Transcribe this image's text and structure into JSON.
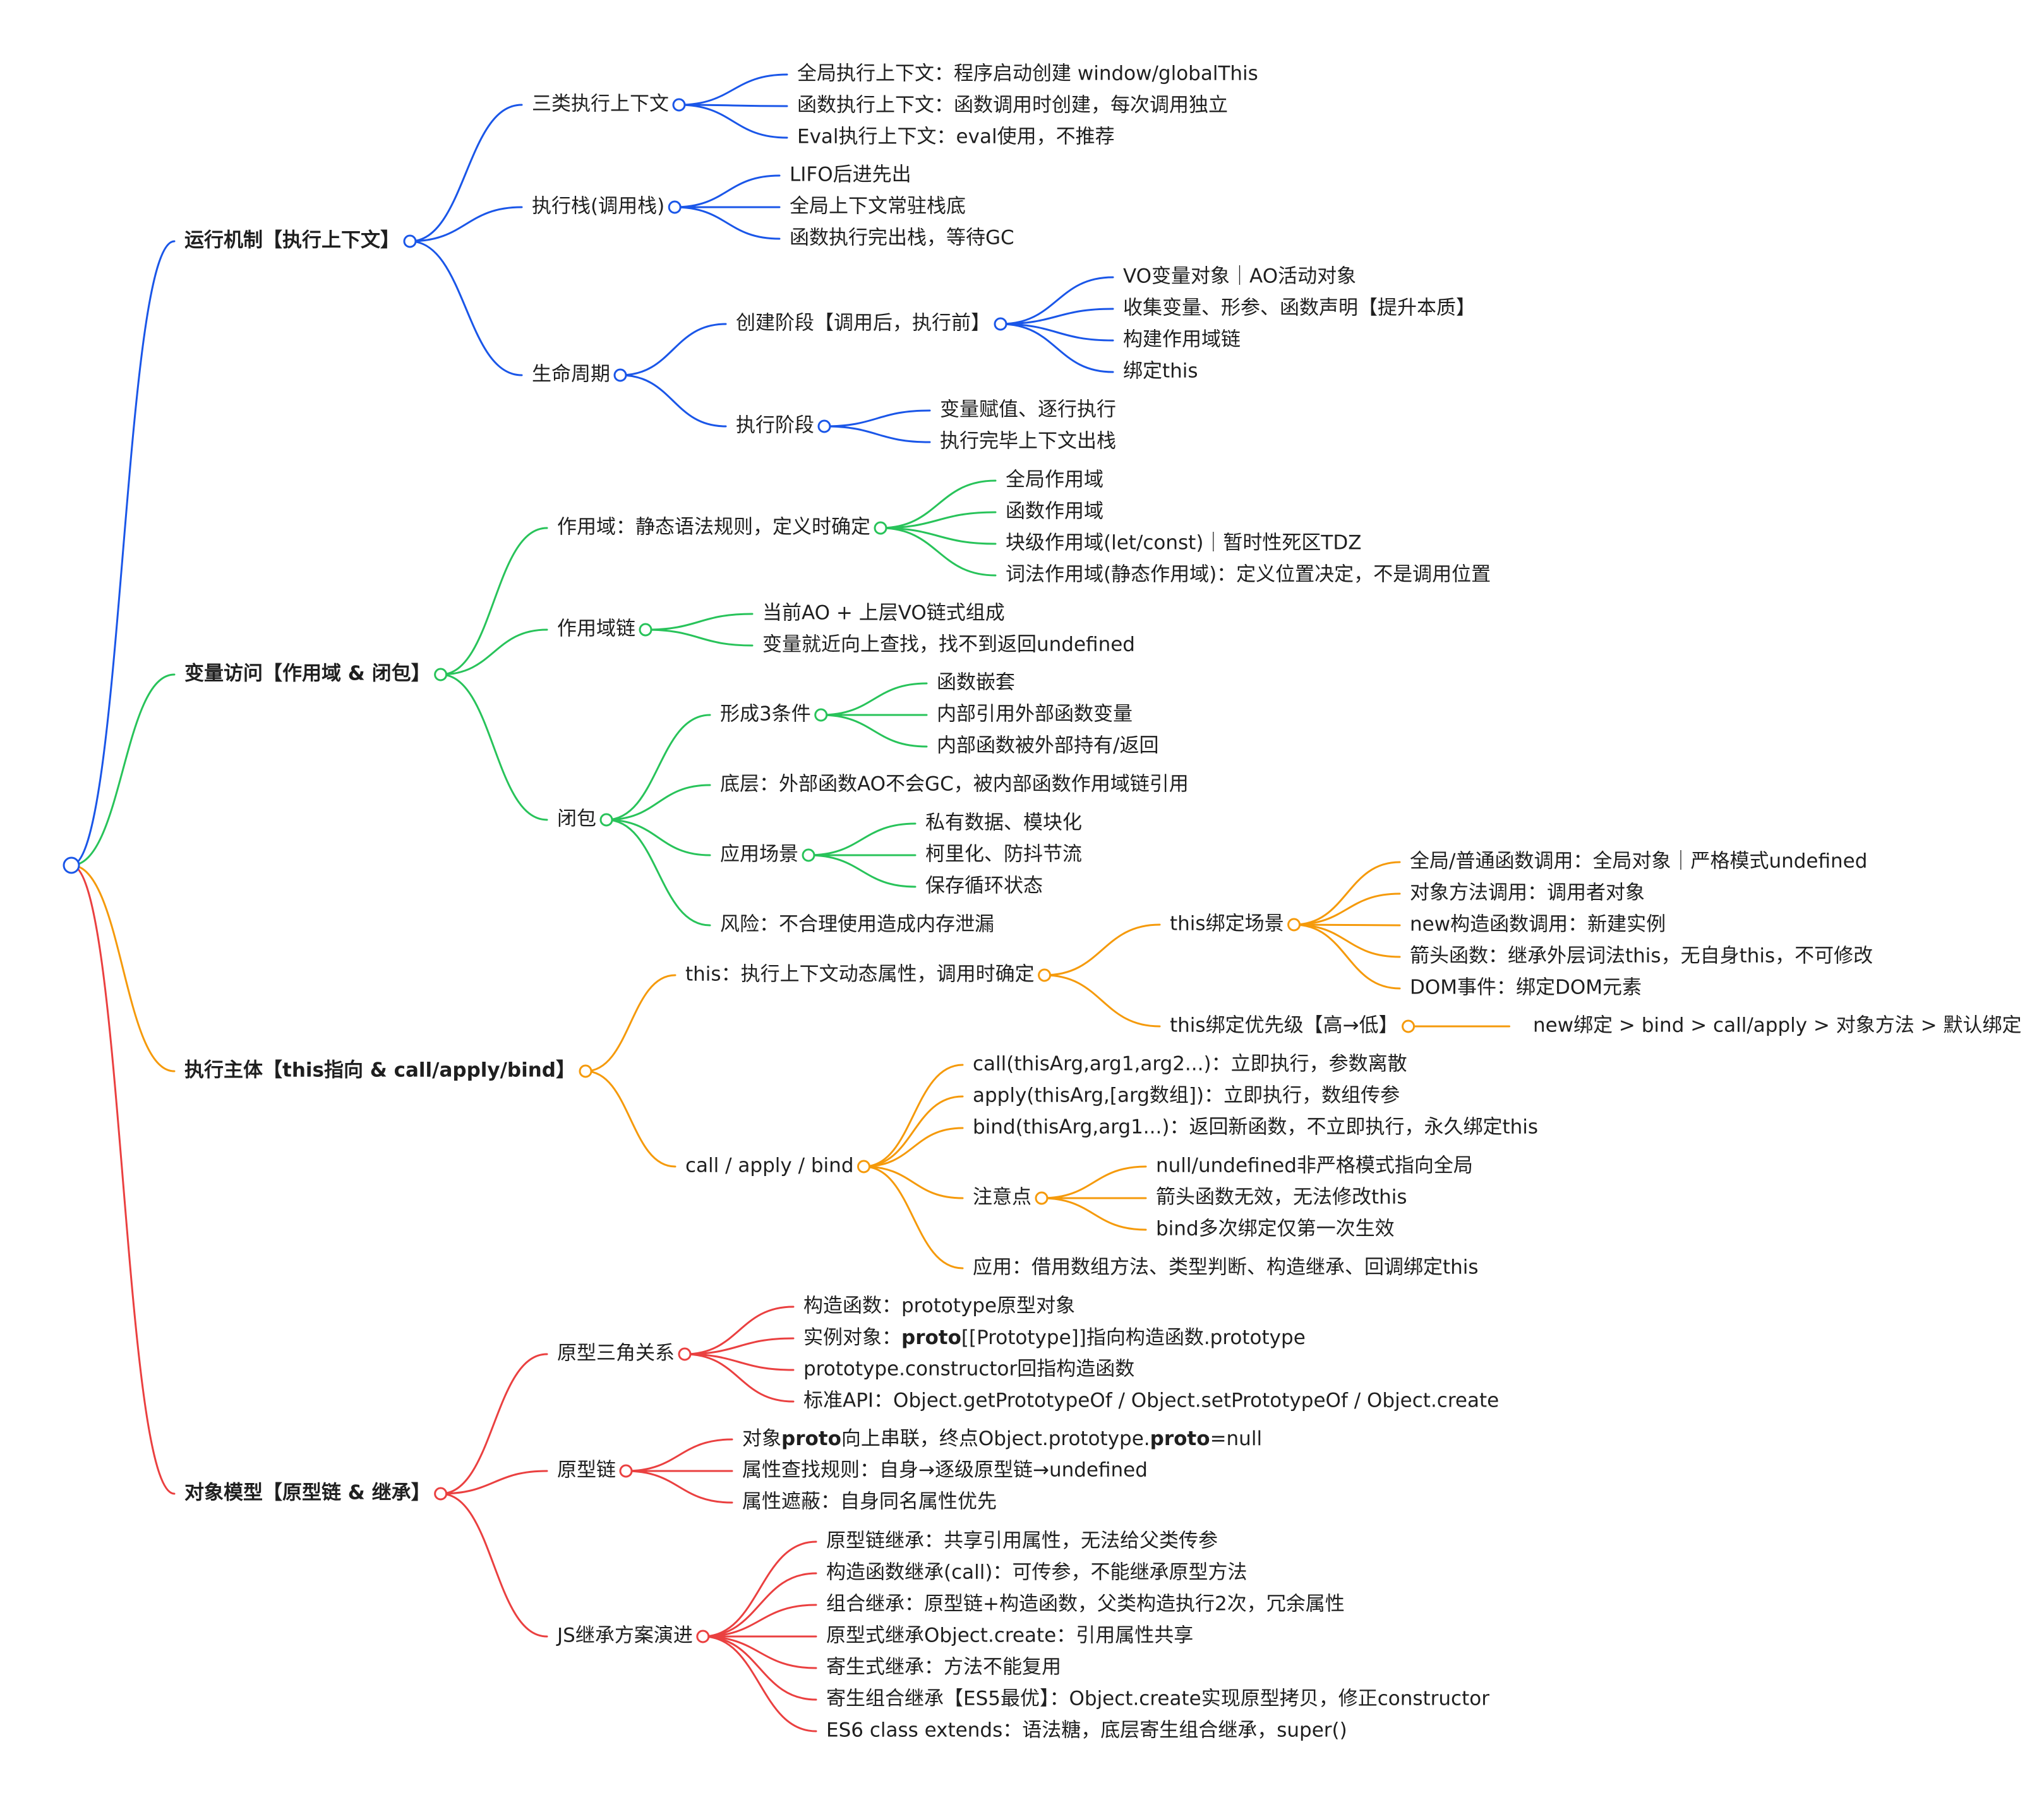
{
  "mindmap": {
    "branch_colors": {
      "runtime": "#1a56e8",
      "scope": "#28c35a",
      "this": "#f59a0b",
      "proto": "#ea4040"
    },
    "branches": [
      {
        "id": "runtime",
        "label": "运行机制【执行上下文】",
        "children": [
          {
            "label": "三类执行上下文",
            "children": [
              {
                "label": "全局执行上下文：程序启动创建 window/globalThis"
              },
              {
                "label": "函数执行上下文：函数调用时创建，每次调用独立"
              },
              {
                "label": "Eval执行上下文：eval使用，不推荐"
              }
            ]
          },
          {
            "label": "执行栈(调用栈)",
            "children": [
              {
                "label": "LIFO后进先出"
              },
              {
                "label": "全局上下文常驻栈底"
              },
              {
                "label": "函数执行完出栈，等待GC"
              }
            ]
          },
          {
            "label": "生命周期",
            "children": [
              {
                "label": "创建阶段【调用后，执行前】",
                "children": [
                  {
                    "label": "VO变量对象｜AO活动对象"
                  },
                  {
                    "label": "收集变量、形参、函数声明【提升本质】"
                  },
                  {
                    "label": "构建作用域链"
                  },
                  {
                    "label": "绑定this"
                  }
                ]
              },
              {
                "label": "执行阶段",
                "children": [
                  {
                    "label": "变量赋值、逐行执行"
                  },
                  {
                    "label": "执行完毕上下文出栈"
                  }
                ]
              }
            ]
          }
        ]
      },
      {
        "id": "scope",
        "label": "变量访问【作用域 & 闭包】",
        "children": [
          {
            "label": "作用域：静态语法规则，定义时确定",
            "children": [
              {
                "label": "全局作用域"
              },
              {
                "label": "函数作用域"
              },
              {
                "label": "块级作用域(let/const)｜暂时性死区TDZ"
              },
              {
                "label": "词法作用域(静态作用域)：定义位置决定，不是调用位置"
              }
            ]
          },
          {
            "label": "作用域链",
            "children": [
              {
                "label": "当前AO + 上层VO链式组成"
              },
              {
                "label": "变量就近向上查找，找不到返回undefined"
              }
            ]
          },
          {
            "label": "闭包",
            "children": [
              {
                "label": "形成3条件",
                "children": [
                  {
                    "label": "函数嵌套"
                  },
                  {
                    "label": "内部引用外部函数变量"
                  },
                  {
                    "label": "内部函数被外部持有/返回"
                  }
                ]
              },
              {
                "label": "底层：外部函数AO不会GC，被内部函数作用域链引用"
              },
              {
                "label": "应用场景",
                "children": [
                  {
                    "label": "私有数据、模块化"
                  },
                  {
                    "label": "柯里化、防抖节流"
                  },
                  {
                    "label": "保存循环状态"
                  }
                ]
              },
              {
                "label": "风险：不合理使用造成内存泄漏"
              }
            ]
          }
        ]
      },
      {
        "id": "this",
        "label": "执行主体【this指向 & call/apply/bind】",
        "children": [
          {
            "label": "this：执行上下文动态属性，调用时确定",
            "children": [
              {
                "label": "this绑定场景",
                "children": [
                  {
                    "label": "全局/普通函数调用：全局对象｜严格模式undefined"
                  },
                  {
                    "label": "对象方法调用：调用者对象"
                  },
                  {
                    "label": "new构造函数调用：新建实例"
                  },
                  {
                    "label": "箭头函数：继承外层词法this，无自身this，不可修改"
                  },
                  {
                    "label": "DOM事件：绑定DOM元素"
                  }
                ]
              },
              {
                "label": "this绑定优先级【高→低】",
                "children": [
                  {
                    "label": "new绑定 > bind > call/apply > 对象方法 > 默认绑定"
                  }
                ]
              }
            ]
          },
          {
            "label": "call / apply / bind",
            "children": [
              {
                "label": "call(thisArg,arg1,arg2...)：立即执行，参数离散"
              },
              {
                "label": "apply(thisArg,[arg数组])：立即执行，数组传参"
              },
              {
                "label": "bind(thisArg,arg1...)：返回新函数，不立即执行，永久绑定this"
              },
              {
                "label": "注意点",
                "children": [
                  {
                    "label": "null/undefined非严格模式指向全局"
                  },
                  {
                    "label": "箭头函数无效，无法修改this"
                  },
                  {
                    "label": "bind多次绑定仅第一次生效"
                  }
                ]
              },
              {
                "label": "应用：借用数组方法、类型判断、构造继承、回调绑定this"
              }
            ]
          }
        ]
      },
      {
        "id": "proto",
        "label": "对象模型【原型链 & 继承】",
        "children": [
          {
            "label": "原型三角关系",
            "children": [
              {
                "label": "构造函数：prototype原型对象"
              },
              {
                "label": "实例对象：",
                "bold": "proto",
                "after": "[[Prototype]]指向构造函数.prototype"
              },
              {
                "label": "prototype.constructor回指构造函数"
              },
              {
                "label": "标准API：Object.getPrototypeOf / Object.setPrototypeOf / Object.create"
              }
            ]
          },
          {
            "label": "原型链",
            "children": [
              {
                "label": "对象",
                "bold": "proto",
                "after": "向上串联，终点Object.prototype.",
                "bold2": "proto",
                "after2": "=null"
              },
              {
                "label": "属性查找规则：自身→逐级原型链→undefined"
              },
              {
                "label": "属性遮蔽：自身同名属性优先"
              }
            ]
          },
          {
            "label": "JS继承方案演进",
            "children": [
              {
                "label": "原型链继承：共享引用属性，无法给父类传参"
              },
              {
                "label": "构造函数继承(call)：可传参，不能继承原型方法"
              },
              {
                "label": "组合继承：原型链+构造函数，父类构造执行2次，冗余属性"
              },
              {
                "label": "原型式继承Object.create：引用属性共享"
              },
              {
                "label": "寄生式继承：方法不能复用"
              },
              {
                "label": "寄生组合继承【ES5最优】：Object.create实现原型拷贝，修正constructor"
              },
              {
                "label": "ES6 class extends：语法糖，底层寄生组合继承，super()"
              }
            ]
          }
        ]
      }
    ]
  }
}
